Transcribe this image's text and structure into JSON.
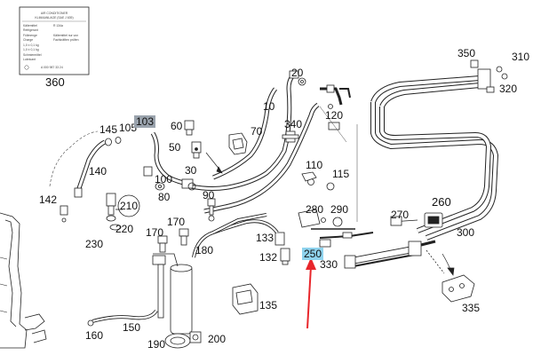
{
  "diagram": {
    "label_sticker": {
      "number": "360",
      "heading_lines": [
        "AIR CONDITIONER",
        "KLIMAANLAGE (SAE J 639)"
      ],
      "rows": [
        {
          "left": "Kältemittel",
          "right": "R 134a"
        },
        {
          "left": "Refrigerant",
          "right": ""
        },
        {
          "left": "Füllmenge",
          "right": "Kältemittel nur von"
        },
        {
          "left": "Charge",
          "right": "Fachkräften prüfen"
        },
        {
          "left": "1,0 ± 0,1 kg",
          "right": ""
        },
        {
          "left": "1,0 ± 0,1 kg",
          "right": ""
        },
        {
          "left": "Schmiermittel",
          "right": ""
        },
        {
          "left": "Lubricant",
          "right": ""
        }
      ],
      "part_no": "A 000 987 33 24"
    },
    "callouts": [
      {
        "id": "20",
        "text": "20"
      },
      {
        "id": "10",
        "text": "10"
      },
      {
        "id": "120",
        "text": "120"
      },
      {
        "id": "340",
        "text": "340"
      },
      {
        "id": "350",
        "text": "350"
      },
      {
        "id": "310",
        "text": "310"
      },
      {
        "id": "320",
        "text": "320"
      },
      {
        "id": "145",
        "text": "145"
      },
      {
        "id": "105",
        "text": "105"
      },
      {
        "id": "103",
        "text": "103",
        "highlight": "gray"
      },
      {
        "id": "60",
        "text": "60"
      },
      {
        "id": "70",
        "text": "70"
      },
      {
        "id": "50",
        "text": "50"
      },
      {
        "id": "30",
        "text": "30"
      },
      {
        "id": "140",
        "text": "140"
      },
      {
        "id": "100",
        "text": "100"
      },
      {
        "id": "80",
        "text": "80"
      },
      {
        "id": "90",
        "text": "90"
      },
      {
        "id": "110",
        "text": "110"
      },
      {
        "id": "115",
        "text": "115"
      },
      {
        "id": "142",
        "text": "142"
      },
      {
        "id": "210",
        "text": "210"
      },
      {
        "id": "220",
        "text": "220"
      },
      {
        "id": "230",
        "text": "230"
      },
      {
        "id": "170a",
        "text": "170"
      },
      {
        "id": "170b",
        "text": "170"
      },
      {
        "id": "180",
        "text": "180"
      },
      {
        "id": "280",
        "text": "280"
      },
      {
        "id": "290",
        "text": "290"
      },
      {
        "id": "270",
        "text": "270"
      },
      {
        "id": "260",
        "text": "260"
      },
      {
        "id": "300",
        "text": "300"
      },
      {
        "id": "133",
        "text": "133"
      },
      {
        "id": "132",
        "text": "132"
      },
      {
        "id": "250",
        "text": "250",
        "highlight": "blue"
      },
      {
        "id": "330",
        "text": "330"
      },
      {
        "id": "135",
        "text": "135"
      },
      {
        "id": "335",
        "text": "335"
      },
      {
        "id": "160",
        "text": "160"
      },
      {
        "id": "150",
        "text": "150"
      },
      {
        "id": "190",
        "text": "190"
      },
      {
        "id": "200",
        "text": "200"
      }
    ],
    "accent_color": "#e8262b",
    "highlight_gray": "#9aa3ad",
    "highlight_blue": "#8fd3ee"
  }
}
